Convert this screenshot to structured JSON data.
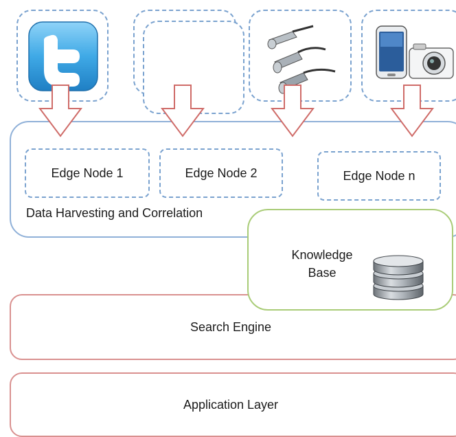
{
  "edge_nodes": [
    {
      "label": "Edge Node 1"
    },
    {
      "label": "Edge Node 2"
    },
    {
      "label": "Edge Node n"
    }
  ],
  "harvesting": {
    "label": "Data Harvesting and Correlation"
  },
  "knowledge_base": {
    "line1": "Knowledge",
    "line2": "Base"
  },
  "search_engine": {
    "label": "Search Engine"
  },
  "application_layer": {
    "label": "Application Layer"
  },
  "colors": {
    "source_border": "#7aa2cf",
    "arrow_outline": "#cf6b68",
    "layer_border": "#d9908f",
    "kb_border": "#a9cc77",
    "twitter_blue": "#3fa9e6"
  },
  "icons": [
    "twitter-icon",
    "sensor-icon",
    "phone-icon",
    "camera-icon",
    "database-icon"
  ]
}
